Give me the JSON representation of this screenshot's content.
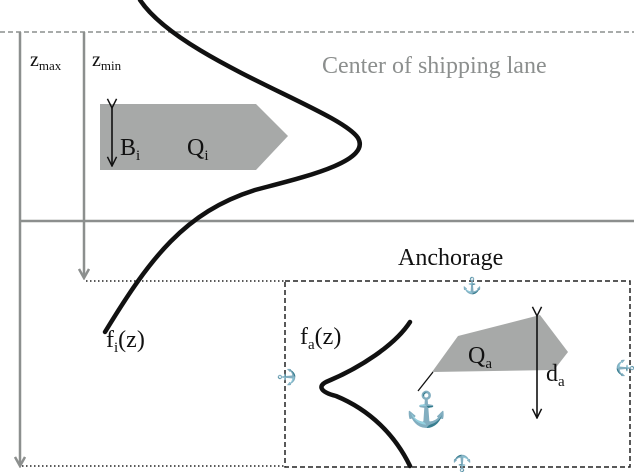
{
  "labels": {
    "z_max": "z",
    "z_max_sub": "max",
    "z_min": "z",
    "z_min_sub": "min",
    "center_lane": "Center of shipping lane",
    "beam": "B",
    "beam_sub": "i",
    "ship_i": "Q",
    "ship_i_sub": "i",
    "anchorage": "Anchorage",
    "fi_pre": "f",
    "fi_sub": "i",
    "fi_post": "(z)",
    "fa_pre": "f",
    "fa_sub": "a",
    "fa_post": "(z)",
    "ship_a": "Q",
    "ship_a_sub": "a",
    "d_a": "d",
    "d_a_sub": "a"
  },
  "colors": {
    "gray_line": "#8c8f8e",
    "ship_fill": "#a7a9a8",
    "curve": "#111111",
    "text": "#111111",
    "dashed": "#222222"
  },
  "icons": {
    "anchor": "⚓"
  }
}
